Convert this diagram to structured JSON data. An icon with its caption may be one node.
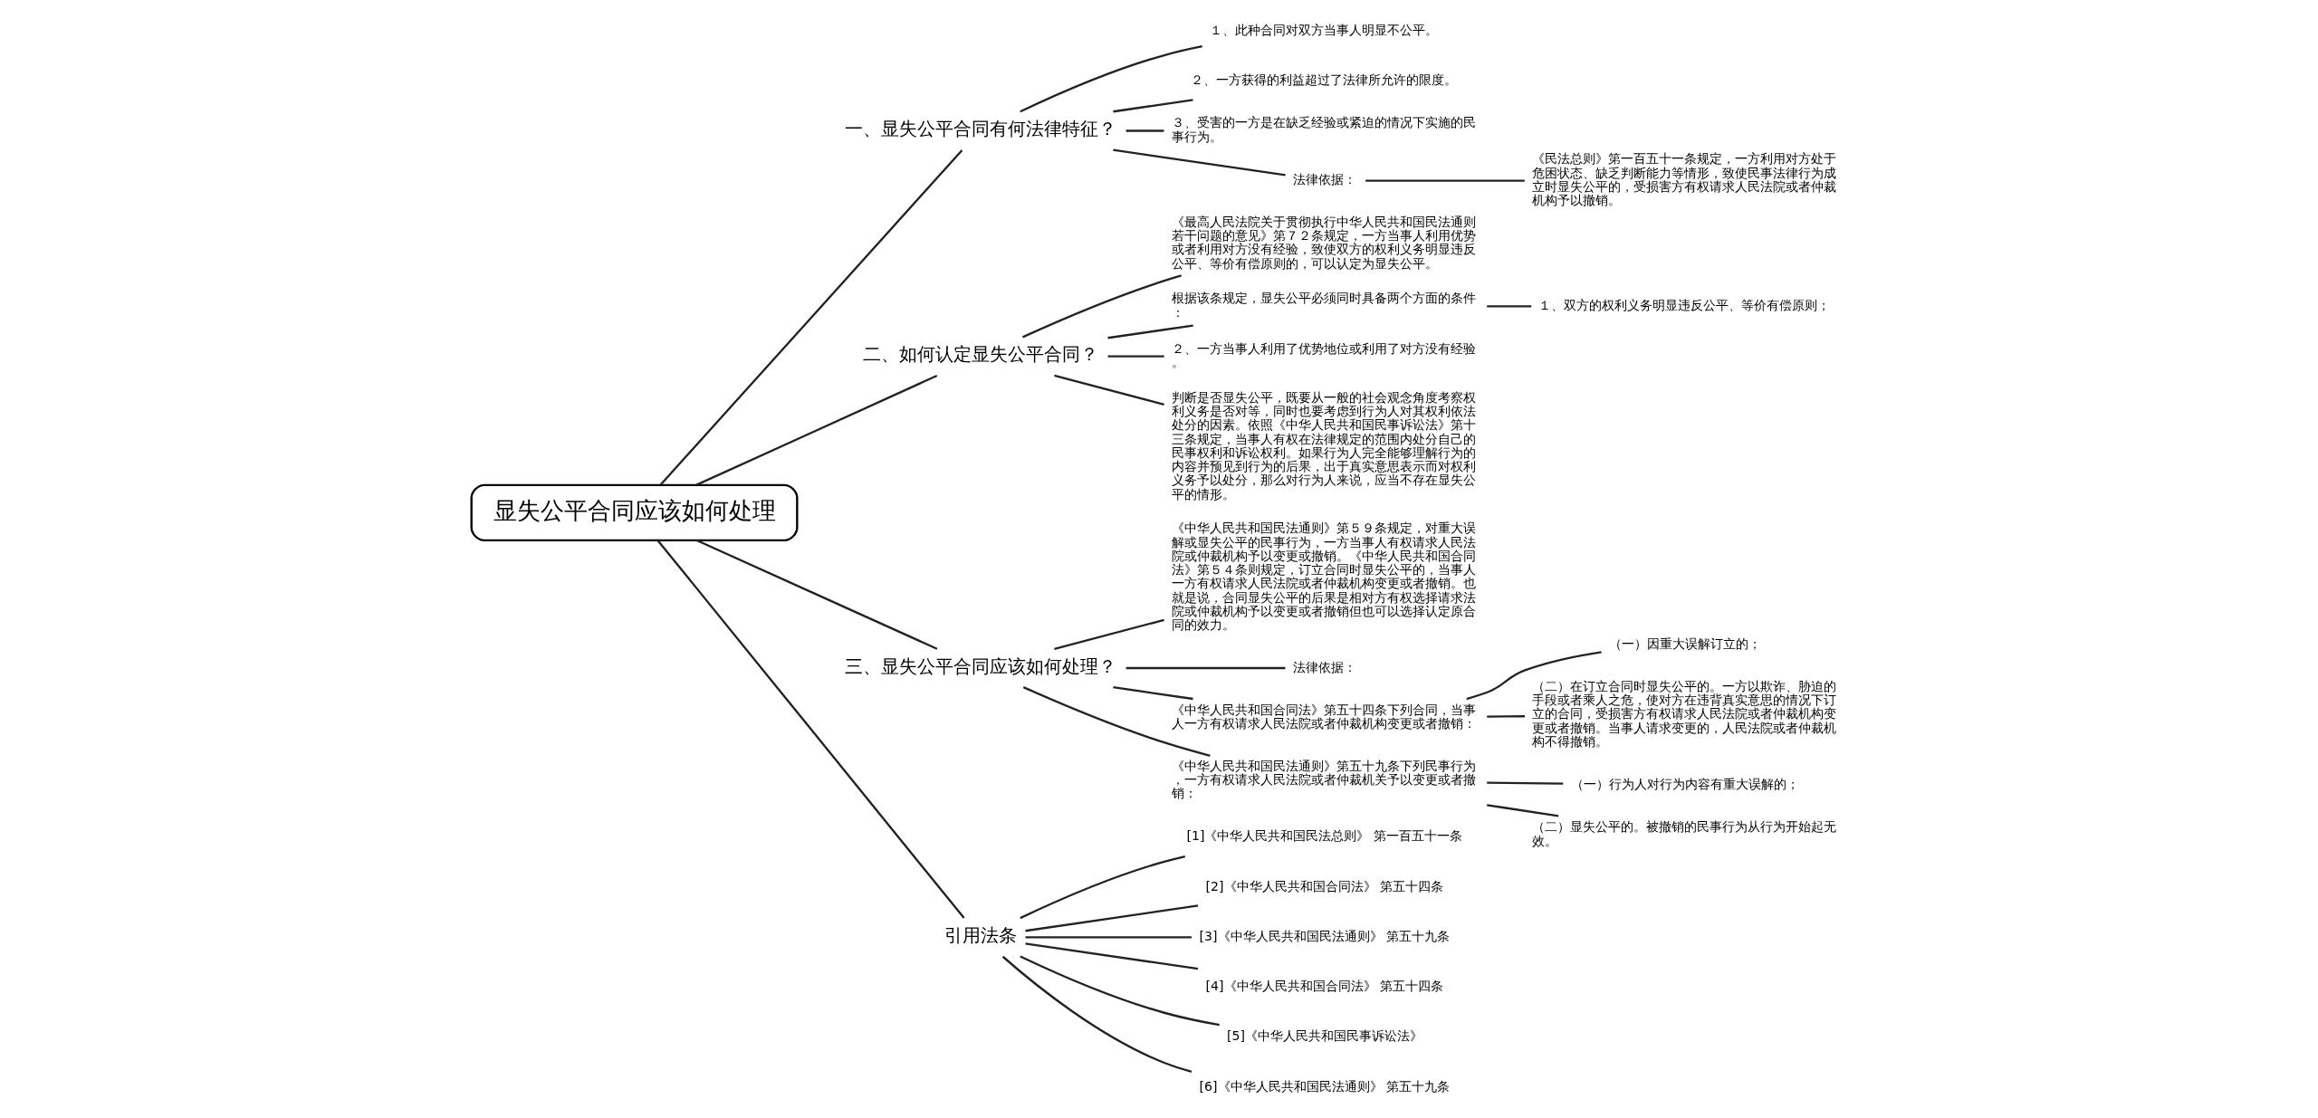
{
  "diagram": {
    "nodes": [
      {
        "text": [
          "显失公平合同应该如何处理"
        ]
      },
      {
        "text": [
          "一、显失公平合同有何法律特征？"
        ]
      },
      {
        "text": [
          "１、此种合同对双方当事人明显不公平。"
        ]
      },
      {
        "text": [
          "２、一方获得的利益超过了法律所允许的限度。"
        ]
      },
      {
        "text": [
          "３、受害的一方是在缺乏经验或紧迫的情况下实施的民事行为。"
        ]
      },
      {
        "text": [
          "法律依据："
        ]
      },
      {
        "text": [
          "《民法总则》第一百五十一条规定，一方利用对方处于危困状态、缺乏判断能力等情形，致使民事法律行为成立时显失公平的，受损害方有权请求人民法院或者仲裁机构予以撤销。"
        ]
      },
      {
        "text": [
          "二、如何认定显失公平合同？"
        ]
      },
      {
        "text": [
          "《最高人民法院关于贯彻执行中华人民共和国民法通则若干问题的意见》第７２条规定，一方当事人利用优势或者利用对方没有经验，致使双方的权利义务明显违反公平、等价有偿原则的，可以认定为显失公平。"
        ]
      },
      {
        "text": [
          "根据该条规定，显失公平必须同时具备两个方面的条件："
        ]
      },
      {
        "text": [
          "１、双方的权利义务明显违反公平、等价有偿原则；"
        ]
      },
      {
        "text": [
          "２、一方当事人利用了优势地位或利用了对方没有经验。"
        ]
      },
      {
        "text": [
          "判断是否显失公平，既要从一般的社会观念角度考察权利义务是否对等，同时也要考虑到行为人对其权利依法处分的因素。依照《中华人民共和国民事诉讼法》第十三条规定，当事人有权在法律规定的范围内处分自己的民事权利和诉讼权利。如果行为人完全能够理解行为的内容并预见到行为的后果，出于真实意思表示而对权利义务予以处分，那么对行为人来说，应当不存在显失公平的情形。"
        ]
      },
      {
        "text": [
          "三、显失公平合同应该如何处理？"
        ]
      },
      {
        "text": [
          "《中华人民共和国民法通则》第５９条规定，对重大误解或显失公平的民事行为，一方当事人有权请求人民法院或仲裁机构予以变更或撤销。《中华人民共和国合同法》第５４条则规定，订立合同时显失公平的，当事人一方有权请求人民法院或者仲裁机构变更或者撤销。也就是说，合同显失公平的后果是相对方有权选择请求法院或仲裁机构予以变更或者撤销但也可以选择认定原合同的效力。"
        ]
      },
      {
        "text": [
          "法律依据："
        ]
      },
      {
        "text": [
          "《中华人民共和国合同法》第五十四条下列合同，当事人一方有权请求人民法院或者仲裁机构变更或者撤销："
        ]
      },
      {
        "text": [
          "（一）因重大误解订立的；"
        ]
      },
      {
        "text": [
          "（二）在订立合同时显失公平的。一方以欺诈、胁迫的手段或者乘人之危，使对方在违背真实意思的情况下订立的合同，受损害方有权请求人民法院或者仲裁机构变更或者撤销。当事人请求变更的，人民法院或者仲裁机构不得撤销。"
        ]
      },
      {
        "text": [
          "《中华人民共和国民法通则》第五十九条下列民事行为，一方有权请求人民法院或者仲裁机关予以变更或者撤销："
        ]
      },
      {
        "text": [
          "（一）行为人对行为内容有重大误解的；"
        ]
      },
      {
        "text": [
          "（二）显失公平的。被撤销的民事行为从行为开始起无效。"
        ]
      },
      {
        "text": [
          "引用法条"
        ]
      },
      {
        "text": [
          "[1]《中华人民共和国民法总则》 第一百五十一条"
        ]
      },
      {
        "text": [
          "[2]《中华人民共和国合同法》 第五十四条"
        ]
      },
      {
        "text": [
          "[3]《中华人民共和国民法通则》 第五十九条"
        ]
      },
      {
        "text": [
          "[4]《中华人民共和国合同法》 第五十四条"
        ]
      },
      {
        "text": [
          "[5]《中华人民共和国民事诉讼法》"
        ]
      },
      {
        "text": [
          "[6]《中华人民共和国民法通则》 第五十九条"
        ]
      }
    ],
    "edges": [
      {
        "from": 0,
        "to": 1,
        "arrow": "none"
      },
      {
        "from": 1,
        "to": 2,
        "arrow": "none"
      },
      {
        "from": 1,
        "to": 3,
        "arrow": "none"
      },
      {
        "from": 1,
        "to": 4,
        "arrow": "none"
      },
      {
        "from": 1,
        "to": 5,
        "arrow": "none"
      },
      {
        "from": 5,
        "to": 6,
        "arrow": "none"
      },
      {
        "from": 0,
        "to": 7,
        "arrow": "none"
      },
      {
        "from": 7,
        "to": 8,
        "arrow": "none"
      },
      {
        "from": 7,
        "to": 9,
        "arrow": "none"
      },
      {
        "from": 9,
        "to": 10,
        "arrow": "none"
      },
      {
        "from": 7,
        "to": 11,
        "arrow": "none"
      },
      {
        "from": 7,
        "to": 12,
        "arrow": "none"
      },
      {
        "from": 0,
        "to": 13,
        "arrow": "none"
      },
      {
        "from": 13,
        "to": 14,
        "arrow": "none"
      },
      {
        "from": 13,
        "to": 15,
        "arrow": "none"
      },
      {
        "from": 13,
        "to": 16,
        "arrow": "none"
      },
      {
        "from": 16,
        "to": 17,
        "arrow": "none"
      },
      {
        "from": 16,
        "to": 18,
        "arrow": "none"
      },
      {
        "from": 13,
        "to": 19,
        "arrow": "none"
      },
      {
        "from": 19,
        "to": 20,
        "arrow": "none"
      },
      {
        "from": 19,
        "to": 21,
        "arrow": "none"
      },
      {
        "from": 0,
        "to": 22,
        "arrow": "none"
      },
      {
        "from": 22,
        "to": 23,
        "arrow": "none"
      },
      {
        "from": 22,
        "to": 24,
        "arrow": "none"
      },
      {
        "from": 22,
        "to": 25,
        "arrow": "none"
      },
      {
        "from": 22,
        "to": 26,
        "arrow": "none"
      },
      {
        "from": 22,
        "to": 27,
        "arrow": "none"
      },
      {
        "from": 22,
        "to": 28,
        "arrow": "none"
      }
    ]
  }
}
